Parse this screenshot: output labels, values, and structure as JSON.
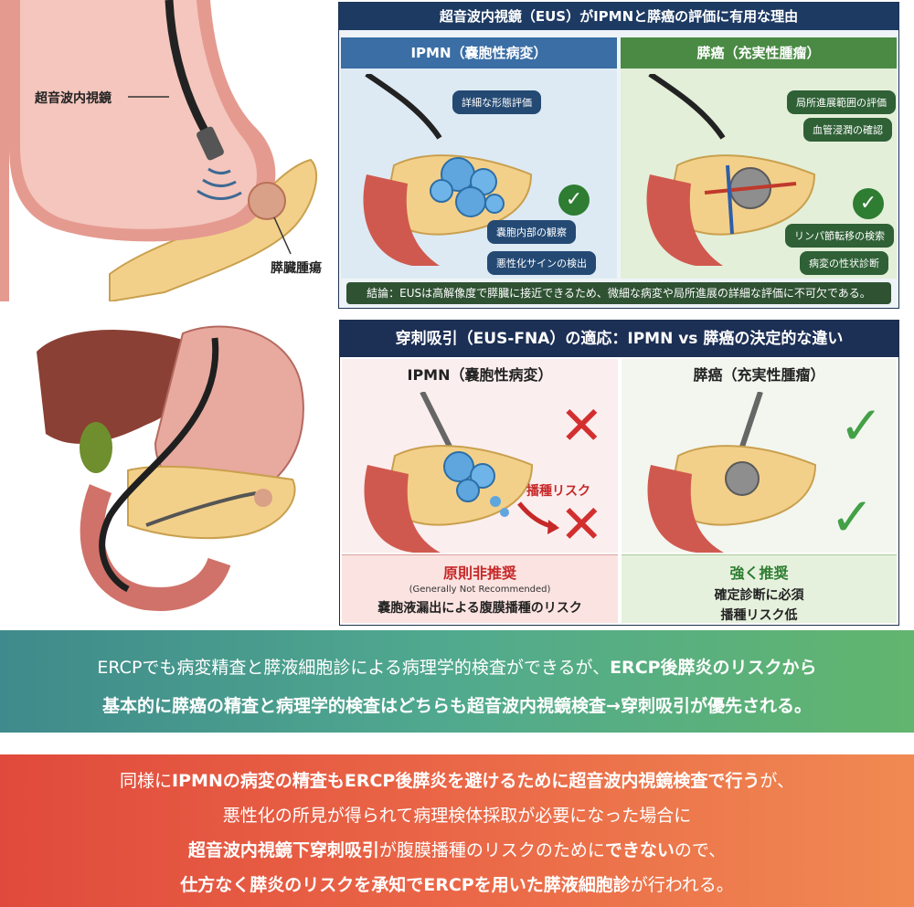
{
  "top_left_illustration": {
    "label_scope": "超音波内視鏡",
    "label_tumor": "膵臓腫瘍"
  },
  "eus_panel": {
    "title": "超音波内視鏡（EUS）がIPMNと膵癌の評価に有用な理由",
    "left": {
      "header": "IPMN（嚢胞性病変）",
      "pills": [
        "詳細な形態評価",
        "嚢胞内部の観察",
        "悪性化サインの検出"
      ]
    },
    "right": {
      "header": "膵癌（充実性腫瘤）",
      "pills": [
        "局所進展範囲の評価",
        "血管浸潤の確認",
        "リンパ節転移の検索",
        "病変の性状診断"
      ]
    },
    "conclusion": "結論：EUSは高解像度で膵臓に接近できるため、微細な病変や局所進展の詳細な評価に不可欠である。"
  },
  "fna_panel": {
    "title": "穿刺吸引（EUS-FNA）の適応：IPMN vs 膵癌の決定的な違い",
    "left": {
      "header": "IPMN（嚢胞性病変）",
      "risk_label": "播種リスク",
      "verdict": "原則非推奨",
      "verdict_en": "(Generally Not Recommended)",
      "reason": "嚢胞液漏出による腹膜播種のリスク"
    },
    "right": {
      "header": "膵癌（充実性腫瘤）",
      "verdict": "強く推奨",
      "line1": "確定診断に必須",
      "line2": "播種リスク低"
    }
  },
  "banner1": {
    "l1_a": "ERCPでも病変精査と膵液細胞診による病理学的検査ができるが、",
    "l1_b": "ERCP後膵炎のリスクから",
    "l2": "基本的に膵癌の精査と病理学的検査はどちらも超音波内視鏡検査→穿刺吸引が優先される。"
  },
  "banner2": {
    "l1_a": "同様に",
    "l1_b": "IPMNの病変の精査もERCP後膵炎を避けるために超音波内視鏡検査で行う",
    "l1_c": "が、",
    "l2": "悪性化の所見が得られて病理検体採取が必要になった場合に",
    "l3_a": "超音波内視鏡下穿刺吸引",
    "l3_b": "が腹膜播種のリスクのために",
    "l3_c": "できない",
    "l3_d": "ので、",
    "l4_a": "仕方なく膵炎のリスクを承知でERCPを用いた膵液細胞診",
    "l4_b": "が行われる。"
  },
  "colors": {
    "navy": "#1d3a63",
    "green_header": "#4a8a45",
    "blue_header": "#3a6ea5",
    "banner1_start": "#3f8a8c",
    "banner2_start": "#e04a3c"
  }
}
